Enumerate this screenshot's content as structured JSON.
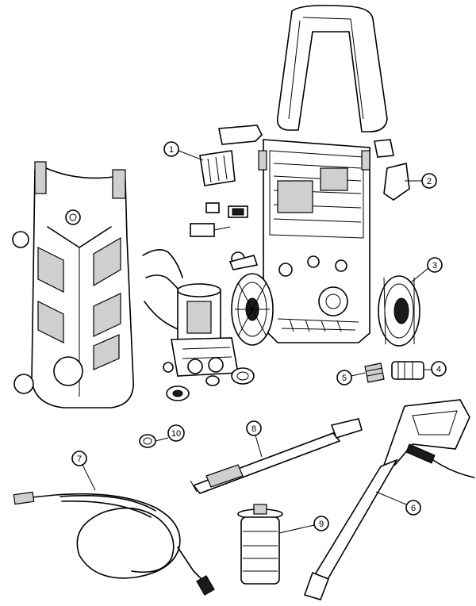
{
  "diagram": {
    "callouts": [
      {
        "id": "c1",
        "label": "1",
        "part": "motor-clip"
      },
      {
        "id": "c2",
        "label": "2",
        "part": "side-bracket"
      },
      {
        "id": "c3",
        "label": "3",
        "part": "wheel"
      },
      {
        "id": "c4",
        "label": "4",
        "part": "hose-connector"
      },
      {
        "id": "c5",
        "label": "5",
        "part": "inlet-filter"
      },
      {
        "id": "c6",
        "label": "6",
        "part": "spray-gun"
      },
      {
        "id": "c7",
        "label": "7",
        "part": "high-pressure-hose"
      },
      {
        "id": "c8",
        "label": "8",
        "part": "spray-lance"
      },
      {
        "id": "c9",
        "label": "9",
        "part": "detergent-bottle"
      },
      {
        "id": "c10",
        "label": "10",
        "part": "cap"
      }
    ]
  }
}
